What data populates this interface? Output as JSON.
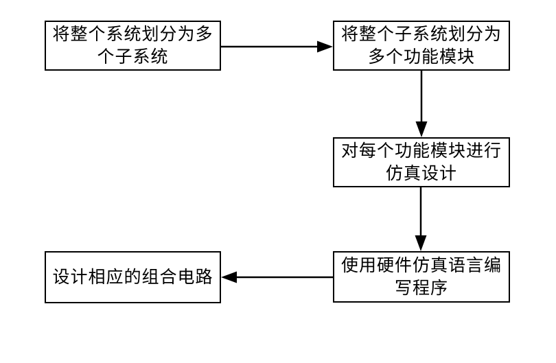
{
  "diagram": {
    "type": "flowchart",
    "background_color": "#ffffff",
    "box_border_color": "#000000",
    "box_fill_color": "#ffffff",
    "text_color": "#000000",
    "arrow_color": "#000000",
    "nodes": [
      {
        "id": "step1",
        "label": "将整个系统划分为多\n个子系统"
      },
      {
        "id": "step2",
        "label": "将整个子系统划分为\n多个功能模块"
      },
      {
        "id": "step3",
        "label": "对每个功能模块进行\n仿真设计"
      },
      {
        "id": "step4",
        "label": "使用硬件仿真语言编\n写程序"
      },
      {
        "id": "step5",
        "label": "设计相应的组合电路"
      }
    ],
    "connectors": [
      {
        "from": "step1",
        "to": "step2",
        "direction": "right"
      },
      {
        "from": "step2",
        "to": "step3",
        "direction": "down"
      },
      {
        "from": "step3",
        "to": "step4",
        "direction": "down"
      },
      {
        "from": "step4",
        "to": "step5",
        "direction": "left"
      }
    ]
  }
}
